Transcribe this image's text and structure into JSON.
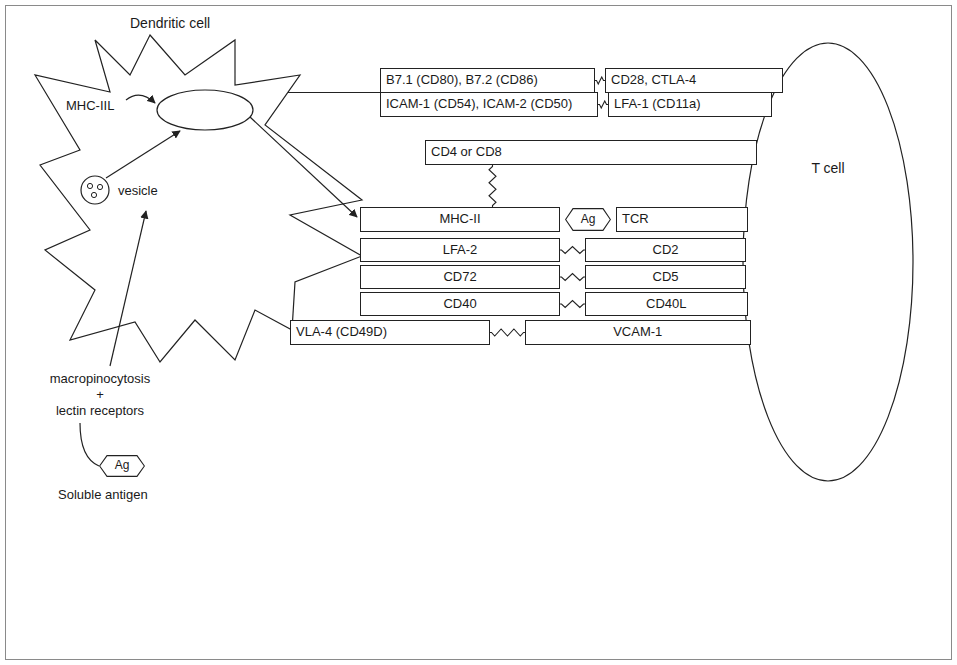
{
  "diagram": {
    "nodes": [
      {
        "text": [
          "Dendritic cell"
        ]
      },
      {
        "text": [
          "B7.1 (CD80), B7.2 (CD86)"
        ]
      },
      {
        "text": [
          "CD28, CTLA-4"
        ]
      },
      {
        "text": [
          "ICAM-1 (CD54), ICAM-2 (CD50)"
        ]
      },
      {
        "text": [
          "LFA-1 (CD11a)"
        ]
      },
      {
        "text": [
          "CD4 or CD8"
        ]
      },
      {
        "text": [
          "MHC-II"
        ]
      },
      {
        "text": [
          "Ag"
        ]
      },
      {
        "text": [
          "TCR"
        ]
      },
      {
        "text": [
          "T cell"
        ]
      },
      {
        "text": [
          "LFA-2"
        ]
      },
      {
        "text": [
          "CD2"
        ]
      },
      {
        "text": [
          "CD72"
        ]
      },
      {
        "text": [
          "CD5"
        ]
      },
      {
        "text": [
          "CD40"
        ]
      },
      {
        "text": [
          "CD40L"
        ]
      },
      {
        "text": [
          "VLA-4 (CD49D)"
        ]
      },
      {
        "text": [
          "VCAM-1"
        ]
      },
      {
        "text": [
          "Ag"
        ]
      }
    ],
    "edges": [
      {
        "from": 1,
        "to": 2,
        "arrow": "none"
      },
      {
        "from": 3,
        "to": 4,
        "arrow": "none"
      },
      {
        "from": 5,
        "to": 6,
        "arrow": "none"
      },
      {
        "from": 10,
        "to": 11,
        "arrow": "none"
      },
      {
        "from": 12,
        "to": 13,
        "arrow": "none"
      },
      {
        "from": 14,
        "to": 15,
        "arrow": "none"
      },
      {
        "from": 16,
        "to": 17,
        "arrow": "none"
      }
    ],
    "labels": [
      "MHC-IIL",
      "vesicle",
      "macropinocytosis",
      "+",
      "lectin receptors",
      "Soluble antigen"
    ]
  }
}
